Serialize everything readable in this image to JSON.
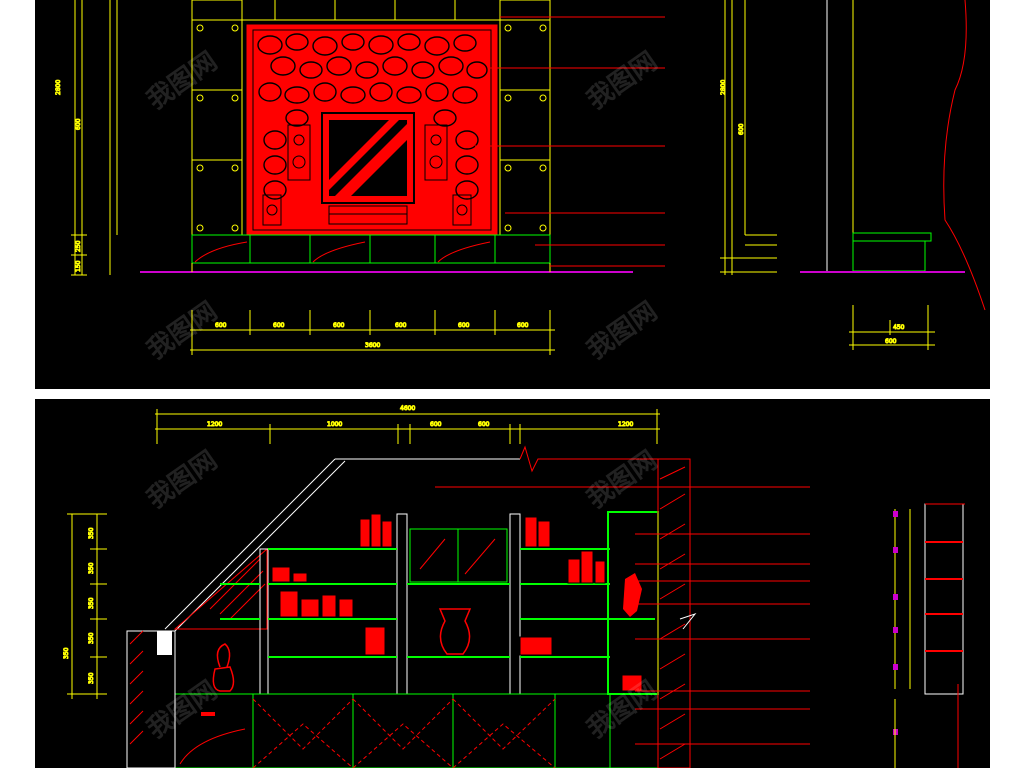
{
  "colors": {
    "background": "#000000",
    "frame": "#ffffff",
    "wall_lines": "#ffff00",
    "features": "#ff0000",
    "shelves": "#00ff00",
    "floor_line": "#cc00cc",
    "annotation_text": "#ffffff"
  },
  "watermark": "我图网",
  "top_drawing": {
    "left_height_dims": [
      "2800",
      "600",
      "250",
      "150"
    ],
    "bottom_dims": [
      "600",
      "600",
      "600",
      "600",
      "600",
      "600"
    ],
    "bottom_total": "3600",
    "annotations": [
      "",
      "",
      "",
      "",
      "",
      ""
    ],
    "section_right_dims": [
      "2800",
      "600"
    ],
    "section_bottom_dims": [
      "450",
      "600"
    ]
  },
  "bottom_drawing": {
    "top_total": "4600",
    "top_dims": [
      "1200",
      "1000",
      "600",
      "600",
      "1200"
    ],
    "annotations": [
      "",
      "",
      "",
      "",
      "",
      "",
      "",
      "",
      ""
    ],
    "left_dims": [
      "350",
      "350",
      "350",
      "350",
      "350",
      "350"
    ]
  }
}
